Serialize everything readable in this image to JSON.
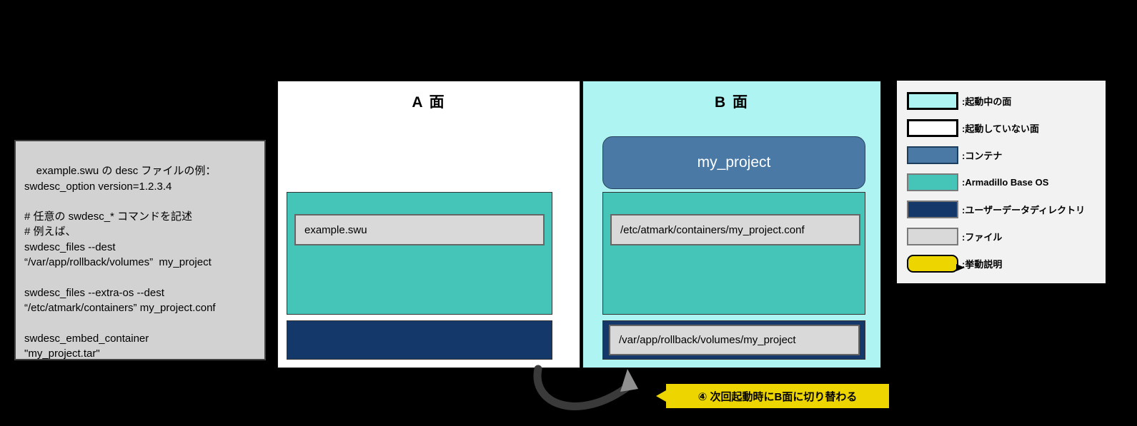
{
  "colors": {
    "background": "#000000",
    "active_panel": "#aef4f2",
    "inactive_panel": "#ffffff",
    "container": "#4a79a5",
    "armadillo_base_os": "#45c4b8",
    "user_data_dir": "#15386b",
    "file": "#d9d9d9",
    "legend_bg": "#f2f2f2",
    "callout": "#edd500"
  },
  "code_box": {
    "text": "example.swu の desc ファイルの例：\nswdesc_option version=1.2.3.4\n\n# 任意の swdesc_* コマンドを記述\n# 例えば、\nswdesc_files --dest\n“/var/app/rollback/volumes”  my_project\n\nswdesc_files --extra-os --dest\n“/etc/atmark/containers” my_project.conf\n\nswdesc_embed_container\n\"my_project.tar\""
  },
  "panel_a": {
    "title": "A 面",
    "file_label": "example.swu"
  },
  "panel_b": {
    "title": "B 面",
    "container_label": "my_project",
    "conf_file_label": "/etc/atmark/containers/my_project.conf",
    "volume_label": "/var/app/rollback/volumes/my_project"
  },
  "legend": {
    "items": [
      {
        "label": ":起動中の面"
      },
      {
        "label": ":起動していない面"
      },
      {
        "label": ":コンテナ"
      },
      {
        "label": ":Armadillo Base  OS"
      },
      {
        "label": ":ユーザーデータディレクトリ"
      },
      {
        "label": ":ファイル"
      },
      {
        "label": ":挙動説明"
      }
    ]
  },
  "callout": {
    "label": "④ 次回起動時にB面に切り替わる"
  }
}
